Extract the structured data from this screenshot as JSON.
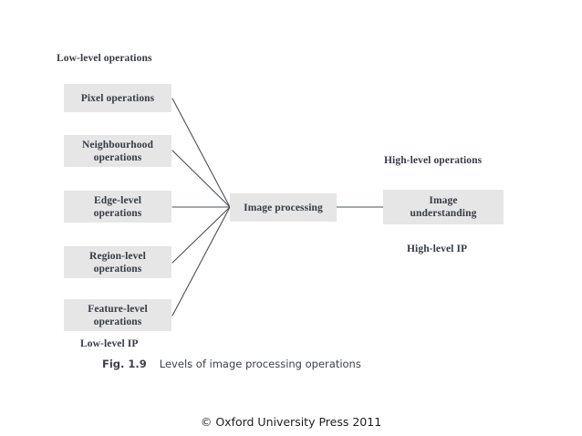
{
  "figure": {
    "group_labels": {
      "low_level_operations": "Low-level operations",
      "high_level_operations": "High-level operations",
      "low_level_ip": "Low-level IP",
      "high_level_ip": "High-level IP"
    },
    "nodes": {
      "pixel_operations": "Pixel operations",
      "neighbourhood_operations": "Neighbourhood\noperations",
      "edge_level_operations": "Edge-level\noperations",
      "region_level_operations": "Region-level\noperations",
      "feature_level_operations": "Feature-level\noperations",
      "image_processing": "Image processing",
      "image_understanding": "Image\nunderstanding"
    },
    "colors": {
      "node_fill": "#e6e6e6",
      "text": "#363b45",
      "connector": "#4a4f58",
      "background": "#ffffff"
    }
  },
  "caption": {
    "number": "Fig. 1.9",
    "text": "Levels of image processing operations"
  },
  "footer": {
    "copyright": "© Oxford University Press 2011"
  }
}
